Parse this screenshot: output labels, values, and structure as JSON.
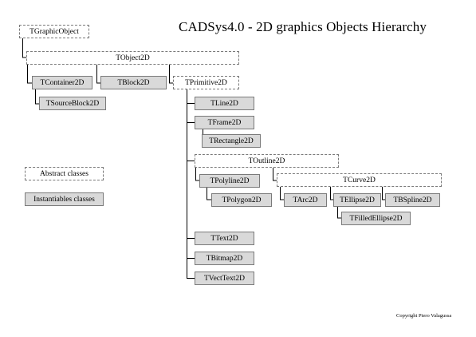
{
  "title": "CADSys4.0 - 2D graphics Objects Hierarchy",
  "copyright": "Copyright Piero Valagussa",
  "legend": {
    "abstract": "Abstract classes",
    "instantiable": "Instantiables classes"
  },
  "colors": {
    "abstract_fill": "#ffffff",
    "instantiable_fill": "#d9d9d9",
    "border": "#7a7a7a",
    "connector": "#000000"
  },
  "nodes": {
    "tgraphicobject": "TGraphicObject",
    "tobject2d": "TObject2D",
    "tcontainer2d": "TContainer2D",
    "tsourceblock2d": "TSourceBlock2D",
    "tblock2d": "TBlock2D",
    "tprimitive2d": "TPrimitive2D",
    "tline2d": "TLine2D",
    "tframe2d": "TFrame2D",
    "trectangle2d": "TRectangle2D",
    "toutline2d": "TOutline2D",
    "tpolyline2d": "TPolyline2D",
    "tpolygon2d": "TPolygon2D",
    "tcurve2d": "TCurve2D",
    "tarc2d": "TArc2D",
    "tellipse2d": "TEllipse2D",
    "tbspline2d": "TBSpline2D",
    "tfilledellipse2d": "TFilledEllipse2D",
    "ttext2d": "TText2D",
    "tbitmap2d": "TBitmap2D",
    "tvecttext2d": "TVectText2D"
  }
}
